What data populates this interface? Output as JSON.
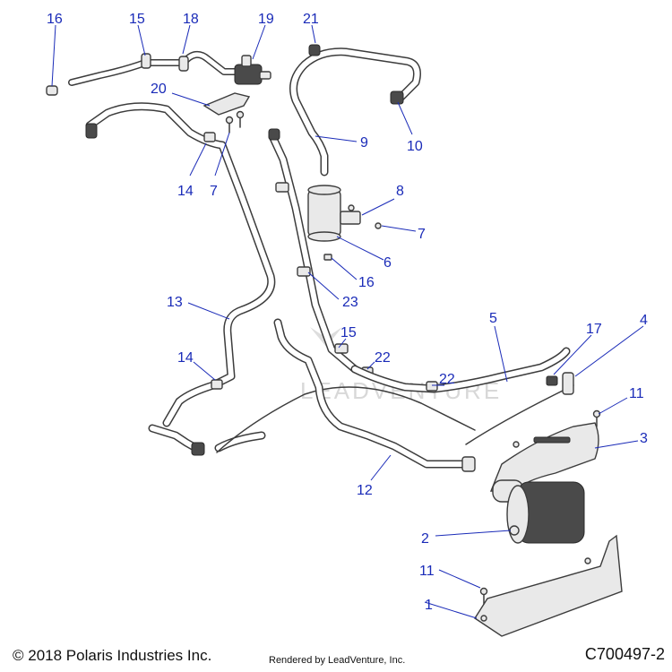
{
  "callouts": [
    "16",
    "15",
    "18",
    "19",
    "21",
    "20",
    "7",
    "14",
    "9",
    "10",
    "8",
    "7",
    "6",
    "16",
    "23",
    "13",
    "15",
    "22",
    "5",
    "17",
    "4",
    "14",
    "22",
    "11",
    "3",
    "12",
    "2",
    "11",
    "1"
  ],
  "watermark": "LEADVENTURE",
  "footer": {
    "copyright": "© 2018 Polaris Industries Inc.",
    "rendered_by": "Rendered by LeadVenture, Inc.",
    "drawing_id": "C700497-2"
  },
  "colors": {
    "callout": "#1a2bb8",
    "line_art": "#3c3c3c",
    "part_fill": "#e9e9e9"
  }
}
